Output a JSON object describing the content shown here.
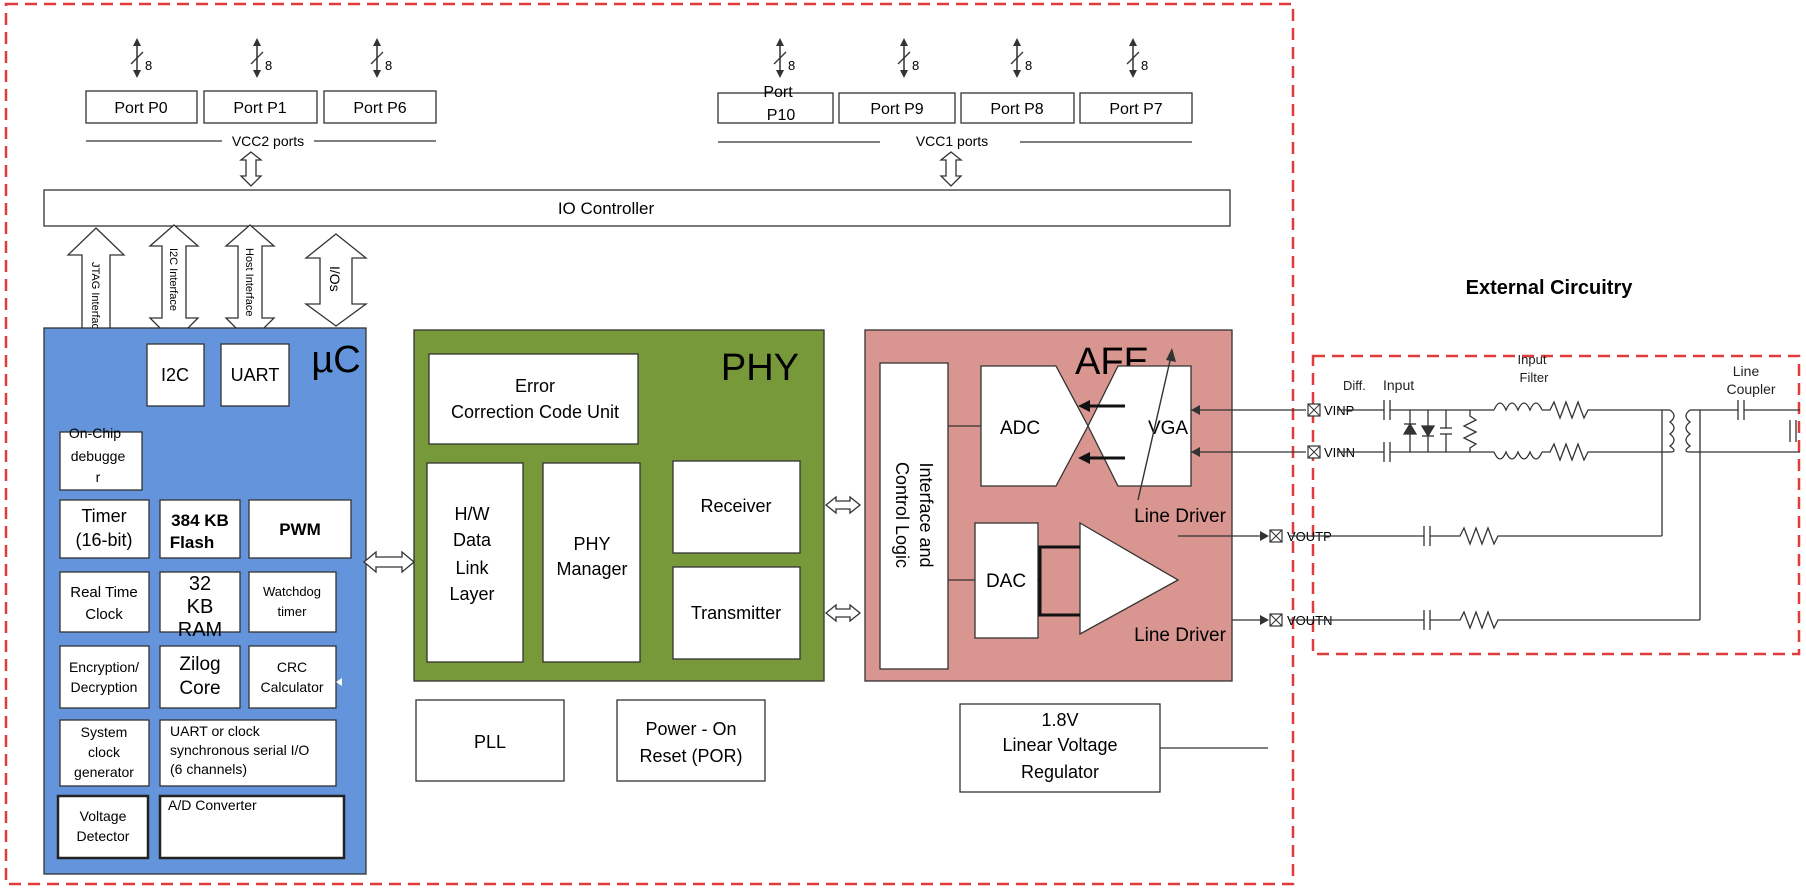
{
  "title_external": "External Circuitry",
  "ports": {
    "bus_width": "8",
    "vcc2": [
      "Port P0",
      "Port P1",
      "Port P6"
    ],
    "vcc1_p10": [
      "Port",
      "P10"
    ],
    "vcc1": [
      "Port P9",
      "Port P8",
      "Port P7"
    ],
    "vcc2_label": "VCC2 ports",
    "vcc1_label": "VCC1 ports"
  },
  "io_controller": "IO Controller",
  "interfaces": {
    "jtag": "JTAG Interface",
    "i2c": "I2C Interface",
    "host": "Host Interface",
    "ios": "I/Os"
  },
  "uc": {
    "title": "µC",
    "i2c": "I2C",
    "uart": "UART",
    "onchip_debugger": [
      "On-Chip",
      "debugge",
      "r"
    ],
    "timer": [
      "Timer",
      "(16-bit)"
    ],
    "flash": [
      "384 KB",
      "Flash"
    ],
    "pwm": "PWM",
    "rtc": [
      "Real Time",
      "Clock"
    ],
    "ram": [
      "32",
      "KB",
      "RAM"
    ],
    "watchdog": [
      "Watchdog",
      "timer"
    ],
    "encryption": [
      "Encryption/",
      "Decryption"
    ],
    "zilog": [
      "Zilog",
      "Core"
    ],
    "crc": [
      "CRC",
      "Calculator"
    ],
    "sysclock": [
      "System",
      "clock",
      "generator"
    ],
    "uart_serial": [
      "UART or clock",
      "synchronous serial I/O",
      "(6 channels)"
    ],
    "voltage_detector": [
      "Voltage",
      "Detector"
    ],
    "adc": "A/D Converter"
  },
  "phy": {
    "title": "PHY",
    "ecc": [
      "Error",
      "Correction Code Unit"
    ],
    "hw_dll": [
      "H/W",
      "Data",
      "Link",
      "Layer"
    ],
    "phy_manager": [
      "PHY",
      "Manager"
    ],
    "receiver": "Receiver",
    "transmitter": "Transmitter"
  },
  "afe": {
    "title": "AFE",
    "interface_logic": [
      "Interface and",
      "Control Logic"
    ],
    "adc": "ADC",
    "vga": "VGA",
    "dac": "DAC",
    "line_driver_1": "Line Driver",
    "line_driver_2": "Line Driver"
  },
  "bottom": {
    "pll": "PLL",
    "por": [
      "Power - On",
      "Reset (POR)"
    ],
    "regulator": [
      "1.8V",
      "Linear Voltage",
      "Regulator"
    ]
  },
  "pins": [
    "VINP",
    "VINN",
    "VOUTP",
    "VOUTN"
  ],
  "external": {
    "diff_input": [
      "Diff.",
      "Input"
    ],
    "input_filter": [
      "Input",
      "Filter"
    ],
    "line_coupler": [
      "Line",
      "Coupler"
    ]
  },
  "colors": {
    "uc_fill": "#6495dc",
    "phy_fill": "#77993a",
    "afe_fill": "#d9958f",
    "dashed": "#e03c3c"
  }
}
